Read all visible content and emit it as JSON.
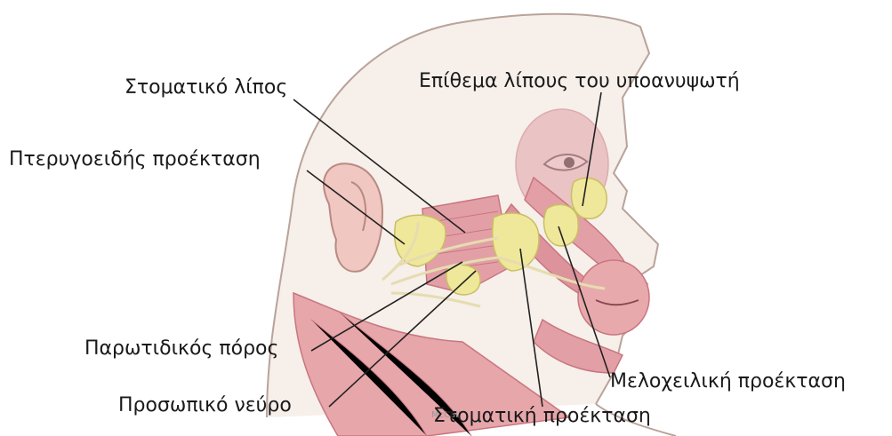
{
  "labels": {
    "buccal_fat": "Στοματικό λίπος",
    "suborbicularis_fat_pad": "Επίθεμα λίπους του υποανυψωτή",
    "pterygoid_extension": "Πτερυγοειδής προέκταση",
    "parotid_duct": "Παρωτιδικός πόρος",
    "facial_nerve": "Προσωπικό νεύρο",
    "nasolabial_extension": "Μελοχειλική προέκταση",
    "buccal_extension": "Στοματική προέκταση"
  },
  "colors": {
    "skin_outline": "#b9a39a",
    "muscle": "#e2a0a6",
    "muscle_dark": "#c9757f",
    "fat": "#efe79a",
    "fat_outline": "#c9bf62",
    "nerve": "#e6dcb0",
    "leader_line": "#222222",
    "label_text": "#1a1a1a"
  }
}
